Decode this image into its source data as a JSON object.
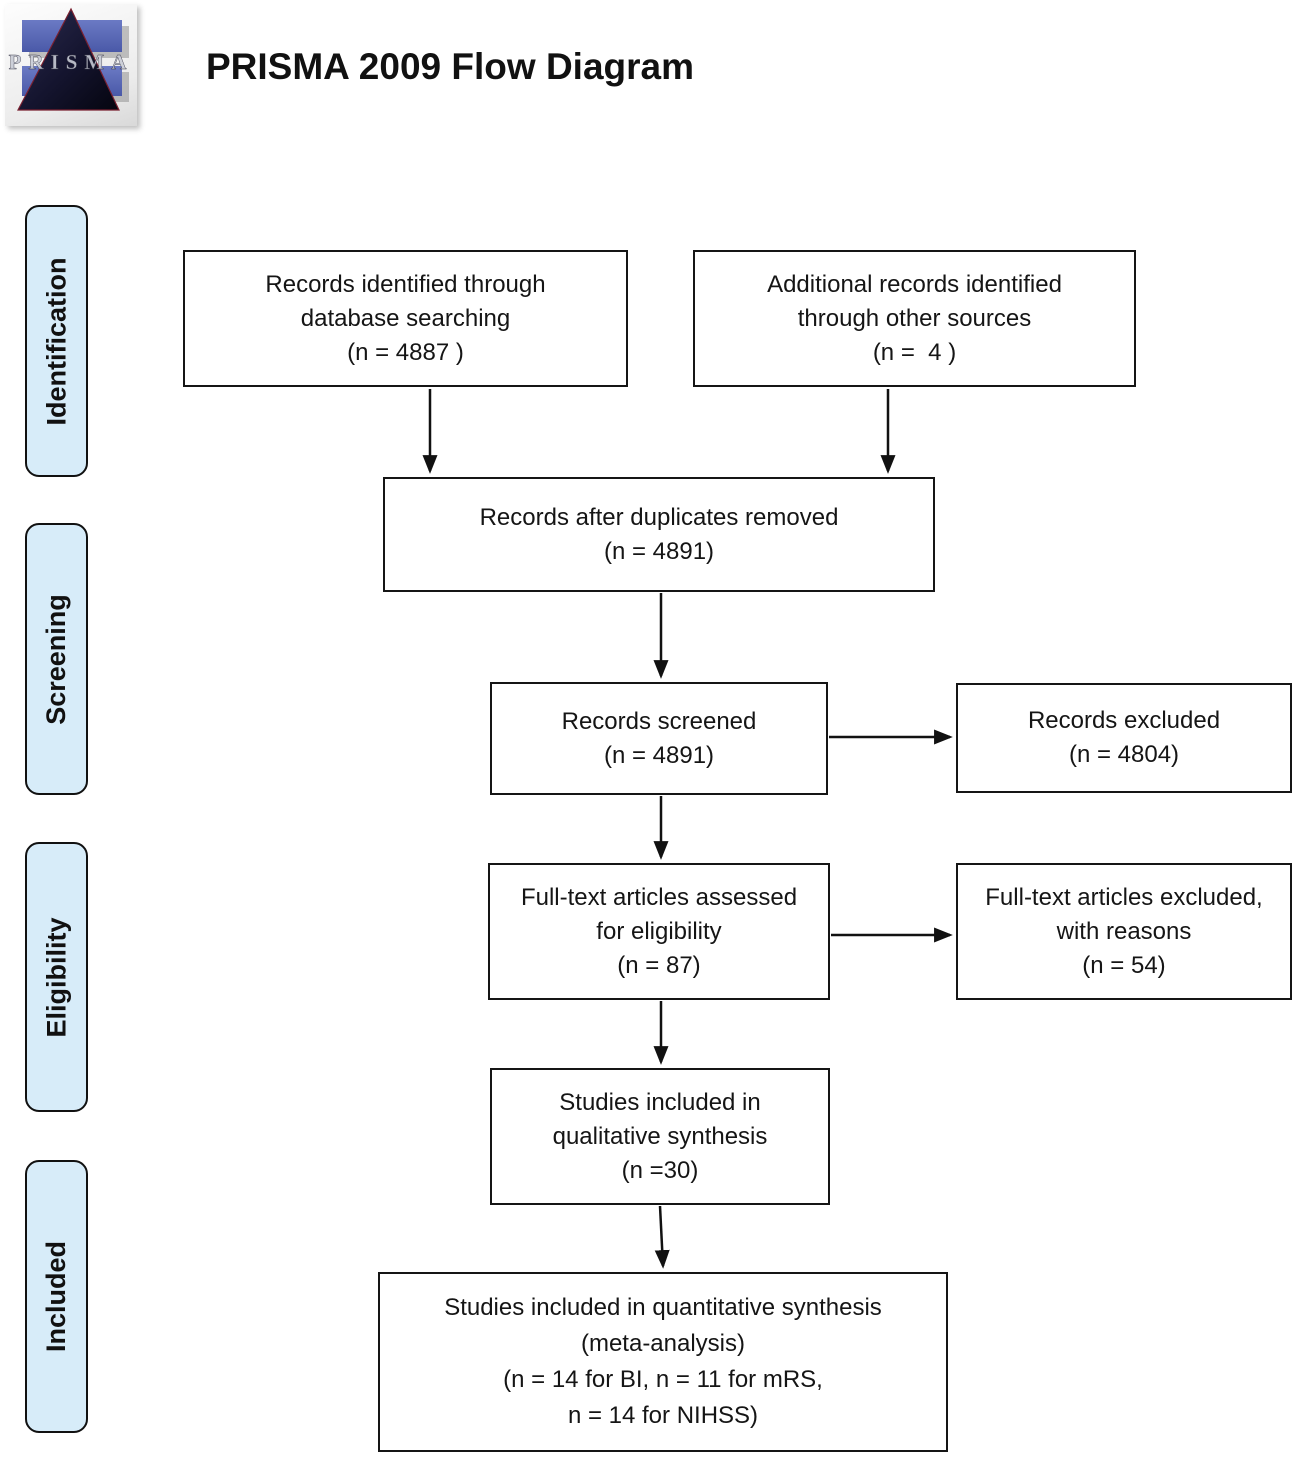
{
  "header": {
    "title": "PRISMA 2009 Flow Diagram",
    "logo_text": "PRISMA"
  },
  "stages": {
    "identification": "Identification",
    "screening": "Screening",
    "eligibility": "Eligibility",
    "included": "Included"
  },
  "boxes": {
    "records_identified": {
      "text": "Records identified through\ndatabase searching\n(n = 4887 )"
    },
    "additional_records": {
      "text": "Additional records identified\nthrough other sources\n(n =  4 )"
    },
    "duplicates_removed": {
      "text": "Records after duplicates removed\n(n = 4891)"
    },
    "records_screened": {
      "text": "Records screened\n(n = 4891)"
    },
    "records_excluded": {
      "text": "Records excluded\n(n = 4804)"
    },
    "fulltext_assessed": {
      "text": "Full-text articles assessed\nfor eligibility\n(n = 87)"
    },
    "fulltext_excluded": {
      "text": "Full-text articles excluded,\nwith reasons\n(n = 54)"
    },
    "qualitative": {
      "text": "Studies included in\nqualitative synthesis\n(n =30)"
    },
    "quantitative": {
      "text": "Studies included in quantitative synthesis\n(meta-analysis)\n(n = 14 for BI, n = 11 for mRS,\nn = 14 for NIHSS)"
    }
  },
  "colors": {
    "stage_fill": "#d7ecf9",
    "box_border": "#151515",
    "arrow_color": "#111111",
    "logo_blue": "#5565b5",
    "logo_triangle_dark": "#0a0a1e",
    "logo_triangle_edge": "#7a2030",
    "logo_letter_gray": "#c9ccd6"
  }
}
